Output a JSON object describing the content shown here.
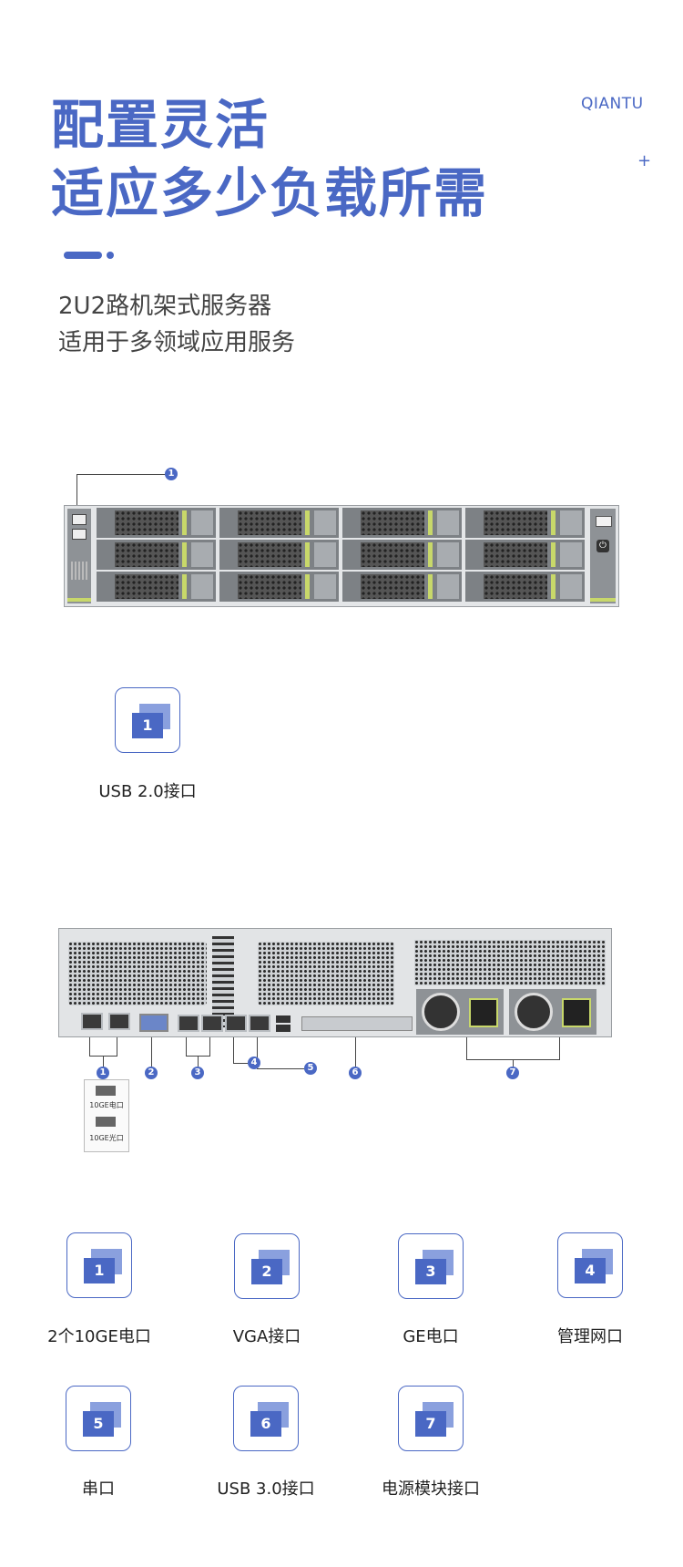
{
  "header": {
    "title_line1": "配置灵活",
    "title_line2": "适应多少负载所需",
    "brand": "QIANTU",
    "plus": "+"
  },
  "subtitle": {
    "line1": "2U2路机架式服务器",
    "line2": "适用于多领域应用服务"
  },
  "front_panel": {
    "callout": "1",
    "drive_bays": 12,
    "legend": [
      {
        "number": "1",
        "label": "USB 2.0接口"
      }
    ]
  },
  "rear_panel": {
    "callouts": [
      "1",
      "2",
      "3",
      "4",
      "5",
      "6",
      "7"
    ],
    "port_module_labels": [
      "10GE电口",
      "10GE光口"
    ],
    "legend": [
      {
        "number": "1",
        "label": "2个10GE电口"
      },
      {
        "number": "2",
        "label": "VGA接口"
      },
      {
        "number": "3",
        "label": "GE电口"
      },
      {
        "number": "4",
        "label": "管理网口"
      },
      {
        "number": "5",
        "label": "串口"
      },
      {
        "number": "6",
        "label": "USB 3.0接口"
      },
      {
        "number": "7",
        "label": "电源模块接口"
      }
    ]
  },
  "colors": {
    "accent": "#4a68c4",
    "accent_light": "#8aa0de",
    "text": "#333333",
    "drive_latch": "#c8d86a"
  }
}
